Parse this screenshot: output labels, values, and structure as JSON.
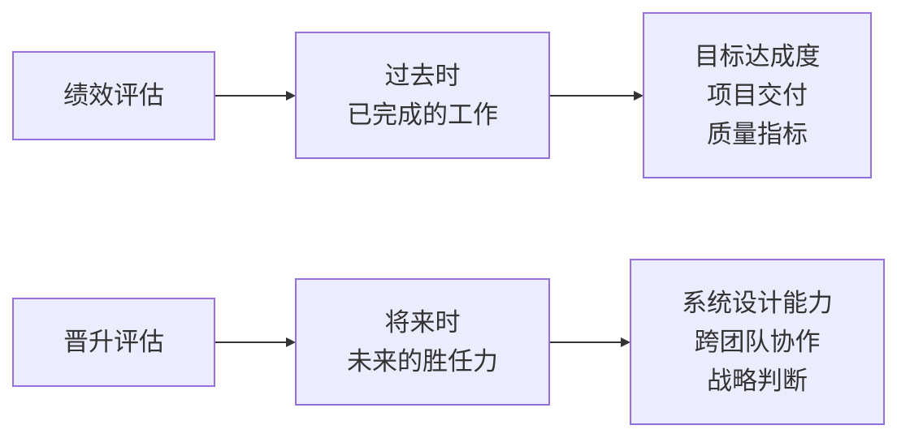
{
  "diagram": {
    "nodes": [
      {
        "id": "perf_eval",
        "lines": [
          "绩效评估"
        ]
      },
      {
        "id": "past_tense",
        "lines": [
          "过去时",
          "已完成的工作"
        ]
      },
      {
        "id": "perf_criteria",
        "lines": [
          "目标达成度",
          "项目交付",
          "质量指标"
        ]
      },
      {
        "id": "promo_eval",
        "lines": [
          "晋升评估"
        ]
      },
      {
        "id": "future_tense",
        "lines": [
          "将来时",
          "未来的胜任力"
        ]
      },
      {
        "id": "promo_criteria",
        "lines": [
          "系统设计能力",
          "跨团队协作",
          "战略判断"
        ]
      }
    ],
    "edges": [
      {
        "from": "perf_eval",
        "to": "past_tense"
      },
      {
        "from": "past_tense",
        "to": "perf_criteria"
      },
      {
        "from": "promo_eval",
        "to": "future_tense"
      },
      {
        "from": "future_tense",
        "to": "promo_criteria"
      }
    ]
  },
  "colors": {
    "node_fill": "#ECECFF",
    "node_stroke": "#9370DB",
    "edge": "#333333",
    "text": "#333333"
  }
}
